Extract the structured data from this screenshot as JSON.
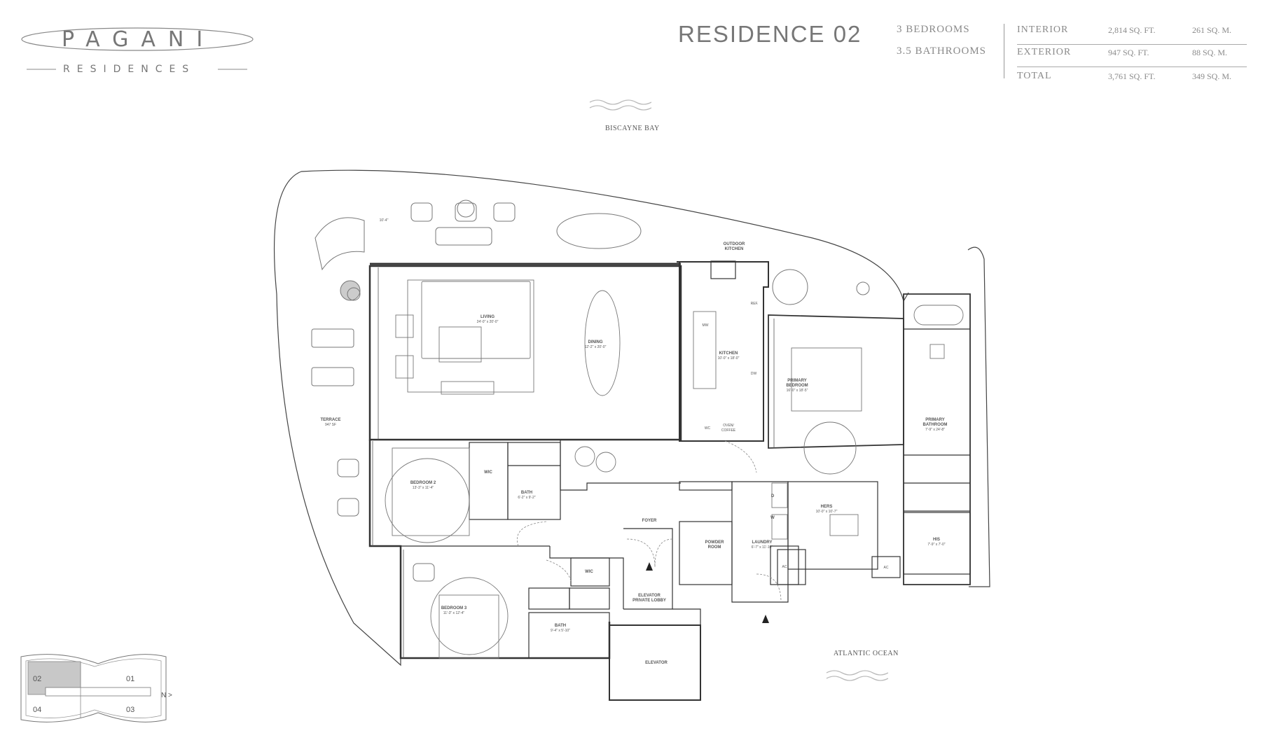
{
  "brand": {
    "name": "PAGANI",
    "sub": "RESIDENCES"
  },
  "residence": {
    "title": "RESIDENCE 02",
    "bedrooms": "3 BEDROOMS",
    "bathrooms": "3.5 BATHROOMS"
  },
  "areas": [
    {
      "label": "INTERIOR",
      "sqft": "2,814 SQ. FT.",
      "sqm": "261 SQ. M."
    },
    {
      "label": "EXTERIOR",
      "sqft": "947 SQ. FT.",
      "sqm": "88 SQ. M."
    },
    {
      "label": "TOTAL",
      "sqft": "3,761 SQ. FT.",
      "sqm": "349 SQ. M."
    }
  ],
  "water": {
    "bay": "BISCAYNE BAY",
    "ocean": "ATLANTIC OCEAN"
  },
  "rooms": {
    "living": {
      "name": "LIVING",
      "dim": "24'-0\" x 20'-0\""
    },
    "dining": {
      "name": "DINING",
      "dim": "12'-2\" x 20'-0\""
    },
    "kitchen": {
      "name": "KITCHEN",
      "dim": "10'-0\" x 18'-0\""
    },
    "primary_bedroom": {
      "name1": "PRIMARY",
      "name2": "BEDROOM",
      "dim": "16'-0\" x 18'-5\""
    },
    "primary_bath": {
      "name1": "PRIMARY",
      "name2": "BATHROOM",
      "dim": "7'-9\" x 24'-8\""
    },
    "bedroom2": {
      "name": "BEDROOM 2",
      "dim": "13'-3\" x 11'-4\""
    },
    "bath2": {
      "name": "BATH",
      "dim": "6'-2\" x 9'-2\""
    },
    "bedroom3": {
      "name": "BEDROOM 3",
      "dim": "11'-3\" x 12'-4\""
    },
    "bath3": {
      "name": "BATH",
      "dim": "9'-4\" x 5'-10\""
    },
    "terrace": {
      "name": "TERRACE",
      "dim": "947 SF"
    },
    "hers": {
      "name": "HERS",
      "dim": "10'-0\" x 10'-7\""
    },
    "his": {
      "name": "HIS",
      "dim": "7'-9\" x 7'-0\""
    },
    "laundry": {
      "name": "LAUNDRY",
      "dim": "6'-7\" x 11'-10\""
    },
    "powder": {
      "name1": "POWDER",
      "name2": "ROOM"
    },
    "foyer": {
      "name": "FOYER"
    },
    "lobby": {
      "name1": "ELEVATOR",
      "name2": "PRIVATE LOBBY"
    },
    "elevator": {
      "name": "ELEVATOR"
    },
    "outdoor_kitchen": {
      "name1": "OUTDOOR",
      "name2": "KITCHEN"
    },
    "terrace_dim": "10'-4\""
  },
  "fixtures": {
    "ref": "REF.",
    "mw": "MW",
    "dw": "DW",
    "wc": "WC",
    "oven1": "OVEN/",
    "oven2": "COFFEE",
    "wic": "WIC",
    "dryer": "D",
    "washer": "W",
    "ac": "AC"
  },
  "keyplan": {
    "u1": "01",
    "u2": "02",
    "u3": "03",
    "u4": "04",
    "north": "N >"
  }
}
